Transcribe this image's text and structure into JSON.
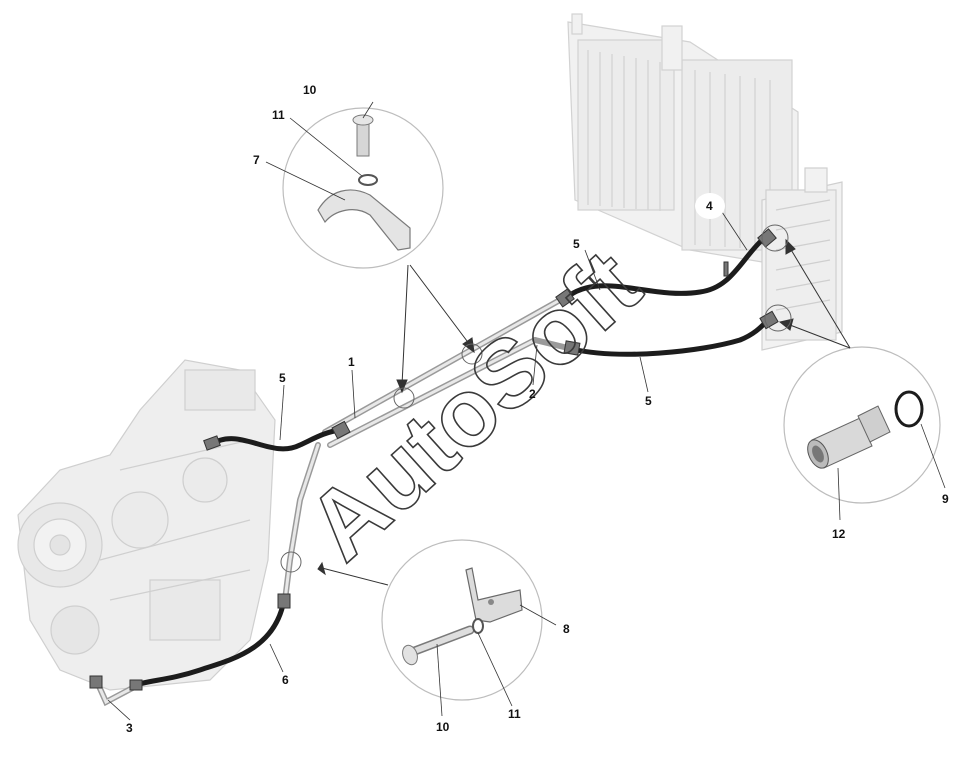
{
  "diagram": {
    "watermark": "AutoSoft",
    "callouts": [
      {
        "id": "c-1",
        "label": "1"
      },
      {
        "id": "c-2",
        "label": "2"
      },
      {
        "id": "c-3",
        "label": "3"
      },
      {
        "id": "c-4",
        "label": "4"
      },
      {
        "id": "c-5a",
        "label": "5"
      },
      {
        "id": "c-5b",
        "label": "5"
      },
      {
        "id": "c-5c",
        "label": "5"
      },
      {
        "id": "c-6",
        "label": "6"
      },
      {
        "id": "c-7",
        "label": "7"
      },
      {
        "id": "c-8",
        "label": "8"
      },
      {
        "id": "c-9",
        "label": "9"
      },
      {
        "id": "c-10a",
        "label": "10"
      },
      {
        "id": "c-10b",
        "label": "10"
      },
      {
        "id": "c-11a",
        "label": "11"
      },
      {
        "id": "c-11b",
        "label": "11"
      },
      {
        "id": "c-12",
        "label": "12"
      }
    ]
  }
}
